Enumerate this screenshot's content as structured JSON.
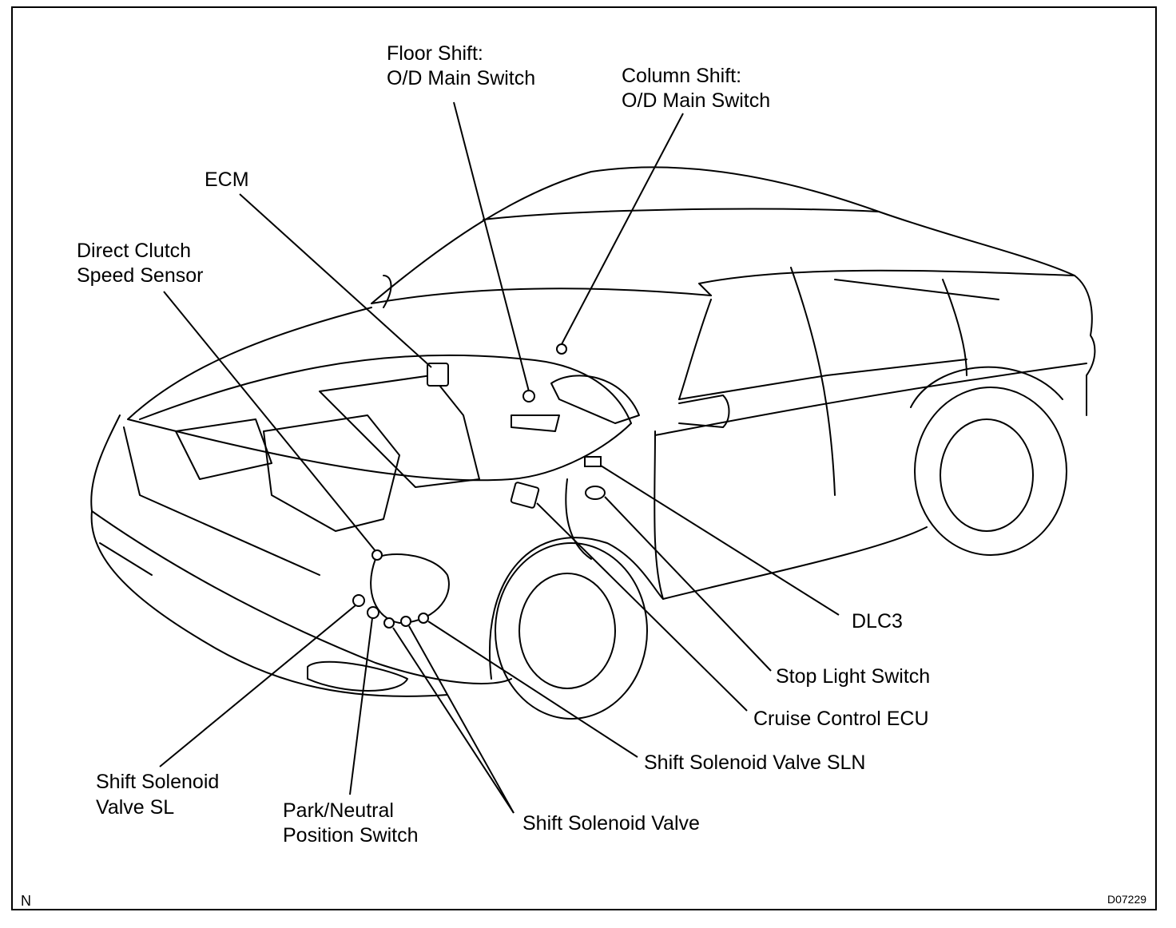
{
  "labels": {
    "floor_shift_1": "Floor Shift:",
    "floor_shift_2": "O/D Main Switch",
    "column_shift_1": "Column Shift:",
    "column_shift_2": "O/D Main Switch",
    "ecm": "ECM",
    "direct_clutch_1": "Direct Clutch",
    "direct_clutch_2": "Speed Sensor",
    "dlc3": "DLC3",
    "stop_light": "Stop Light Switch",
    "cruise_ecu": "Cruise Control ECU",
    "sln": "Shift Solenoid Valve SLN",
    "ssv": "Shift Solenoid Valve",
    "sl_1": "Shift Solenoid",
    "sl_2": "Valve SL",
    "pn_1": "Park/Neutral",
    "pn_2": "Position Switch"
  },
  "corner_left": "N",
  "figure_code": "D07229",
  "colors": {
    "line": "#000000",
    "background": "#ffffff"
  }
}
